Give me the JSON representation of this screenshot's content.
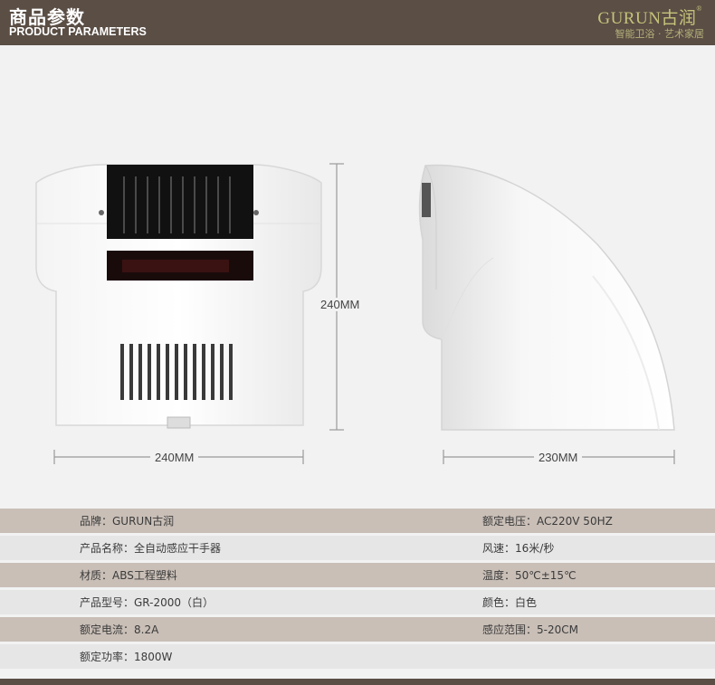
{
  "header": {
    "title": "商品参数",
    "subtitle": "PRODUCT PARAMETERS",
    "brand": "GURUN古润",
    "brand_mark": "®",
    "slogan": "智能卫浴 · 艺术家居"
  },
  "dimensions": {
    "height": "240MM",
    "width": "240MM",
    "depth": "230MM"
  },
  "specs": [
    {
      "left": "品牌：GURUN古润",
      "right": "额定电压：AC220V 50HZ"
    },
    {
      "left": "产品名称：全自动感应干手器",
      "right": "风速：16米/秒"
    },
    {
      "left": "材质：ABS工程塑料",
      "right": "温度：50℃±15℃"
    },
    {
      "left": "产品型号：GR-2000（白）",
      "right": "颜色：白色"
    },
    {
      "left": "额定电流：8.2A",
      "right": "感应范围：5-20CM"
    },
    {
      "left": "额定功率：1800W",
      "right": ""
    }
  ]
}
